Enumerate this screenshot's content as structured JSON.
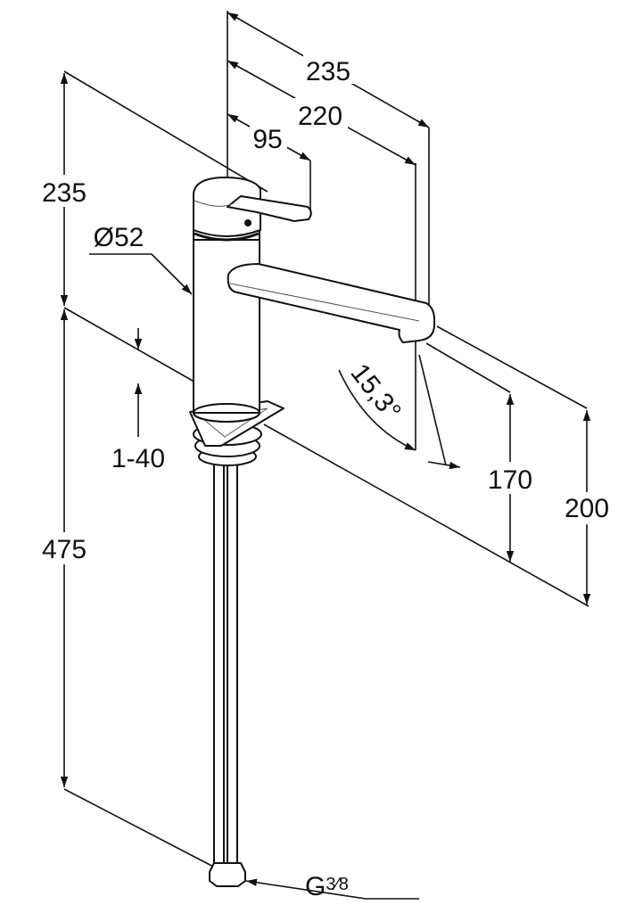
{
  "title": "Faucet dimension drawing",
  "dimensions": {
    "overall_reach": "235",
    "spout_reach": "220",
    "lever_reach": "95",
    "height_above_deck": "235",
    "diameter": "Ø52",
    "deck_thickness": "1-40",
    "total_length": "475",
    "swivel_angle": "15,3°",
    "spout_outlet_height": "170",
    "spout_height": "200",
    "connection_thread": "G",
    "connection_thread_fraction": "3⁄8"
  },
  "colors": {
    "line": "#111111",
    "background": "#ffffff"
  }
}
